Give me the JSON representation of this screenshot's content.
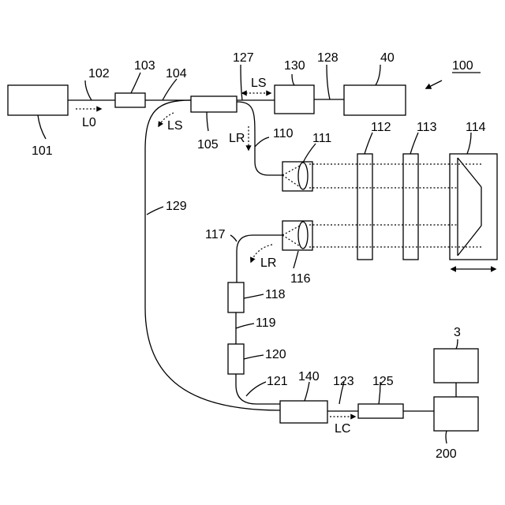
{
  "figure": {
    "reference": "100",
    "components": {
      "c101": "101",
      "c102": "102",
      "c103": "103",
      "c104": "104",
      "c105": "105",
      "c110": "110",
      "c111": "111",
      "c112": "112",
      "c113": "113",
      "c114": "114",
      "c116": "116",
      "c117": "117",
      "c118": "118",
      "c119": "119",
      "c120": "120",
      "c121": "121",
      "c123": "123",
      "c125": "125",
      "c127": "127",
      "c128": "128",
      "c129": "129",
      "c130": "130",
      "c140": "140",
      "c40": "40",
      "c200": "200",
      "c3": "3"
    },
    "beams": {
      "l0": "L0",
      "ls_upper": "LS",
      "ls_left": "LS",
      "lr_upper": "LR",
      "lr_lower": "LR",
      "lc": "LC"
    }
  }
}
